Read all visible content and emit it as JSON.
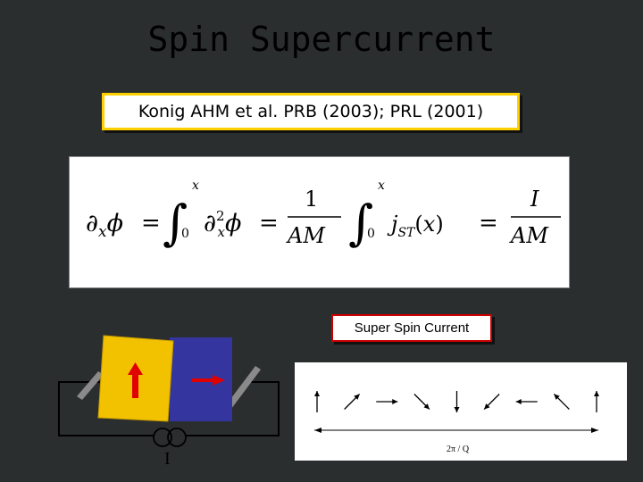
{
  "slide": {
    "title": "Spin Supercurrent",
    "citation": "Konig AHM et al. PRB (2003); PRL (2001)",
    "equation_latex": "\\partial_x \\phi = \\int_0^x \\partial_x^2 \\phi = \\frac{1}{AM}\\int_0^x j_{ST}(x) = \\frac{I}{AM}",
    "super_spin_current_label": "Super Spin Current",
    "current_source_label": "I",
    "period_label": "2π / Q"
  },
  "colors": {
    "background": "#2b2e2f",
    "citation_border": "#ffd000",
    "label_border": "#cc0000",
    "yellow_layer": "#f2c200",
    "blue_layer": "#3535a0",
    "arrow_red": "#e00000"
  },
  "spin_chain": {
    "angles_deg": [
      0,
      45,
      90,
      135,
      180,
      225,
      270,
      315,
      0
    ]
  }
}
